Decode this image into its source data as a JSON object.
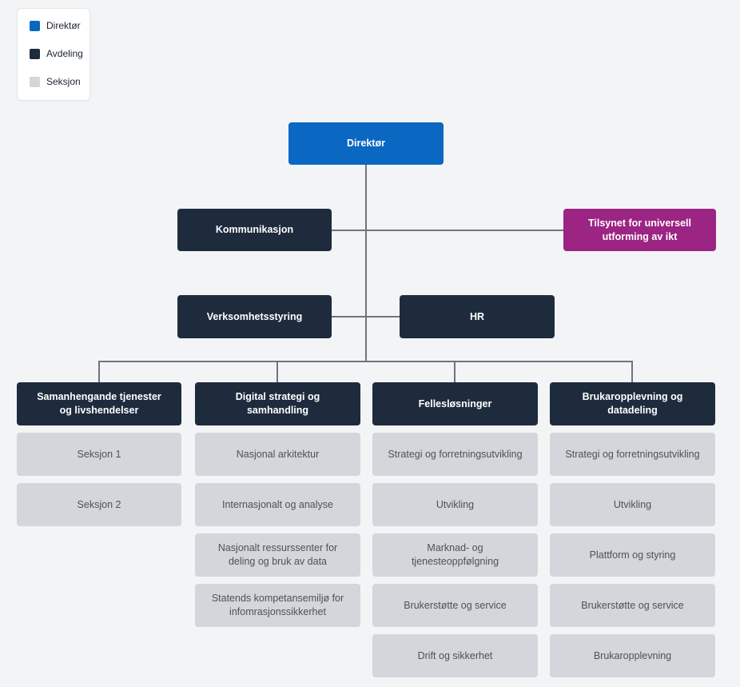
{
  "legend": {
    "items": [
      {
        "label": "Direktør",
        "color": "#0a67c2"
      },
      {
        "label": "Avdeling",
        "color": "#1e2b3d"
      },
      {
        "label": "Seksjon",
        "color": "#d3d6da"
      }
    ]
  },
  "nodes": {
    "director": "Direktør",
    "kommunikasjon": "Kommunikasjon",
    "tilsynet": "Tilsynet for universell utforming av ikt",
    "verksomhetsstyring": "Verksomhetsstyring",
    "hr": "HR"
  },
  "departments": [
    {
      "title": "Samanhengande tjenester og livshendelser",
      "sections": [
        "Seksjon 1",
        "Seksjon 2"
      ]
    },
    {
      "title": "Digital strategi og samhandling",
      "sections": [
        "Nasjonal arkitektur",
        "Internasjonalt og analyse",
        "Nasjonalt ressurssenter for deling og bruk av data",
        "Statends kompetansemiljø for infomrasjonssikkerhet"
      ]
    },
    {
      "title": "Fellesløsninger",
      "sections": [
        "Strategi og forretningsutvikling",
        "Utvikling",
        "Marknad- og tjenesteoppfølgning",
        "Brukerstøtte og service",
        "Drift og sikkerhet"
      ]
    },
    {
      "title": "Brukaropplevning og datadeling",
      "sections": [
        "Strategi og forretningsutvikling",
        "Utvikling",
        "Plattform og styring",
        "Brukerstøtte og service",
        "Brukaropplevning"
      ]
    }
  ],
  "colors": {
    "background": "#f2f4f6",
    "director": "#0a67c2",
    "avdeling": "#1e2b3d",
    "tilsyn": "#9c2483",
    "seksjon": "#d3d6da",
    "connector": "#70747e",
    "section_text": "#4e515b"
  }
}
